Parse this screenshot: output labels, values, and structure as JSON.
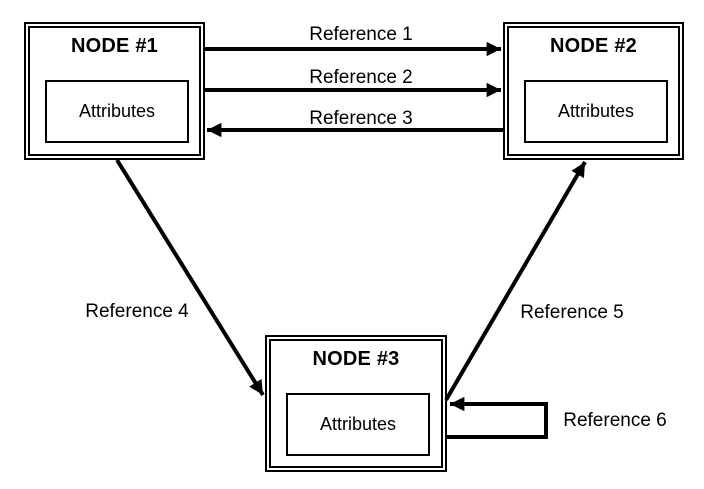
{
  "diagram": {
    "background_color": "#ffffff",
    "stroke_color": "#000000",
    "nodes": [
      {
        "id": "node-1",
        "title": "NODE #1",
        "attributes_label": "Attributes"
      },
      {
        "id": "node-2",
        "title": "NODE #2",
        "attributes_label": "Attributes"
      },
      {
        "id": "node-3",
        "title": "NODE #3",
        "attributes_label": "Attributes"
      }
    ],
    "edges": [
      {
        "label": "Reference 1",
        "from": "node-1",
        "to": "node-2",
        "arrow_direction": "right"
      },
      {
        "label": "Reference 2",
        "from": "node-1",
        "to": "node-2",
        "arrow_direction": "right"
      },
      {
        "label": "Reference 3",
        "from": "node-2",
        "to": "node-1",
        "arrow_direction": "left"
      },
      {
        "label": "Reference 4",
        "from": "node-1",
        "to": "node-3",
        "arrow_direction": "down-right"
      },
      {
        "label": "Reference 5",
        "from": "node-3",
        "to": "node-2",
        "arrow_direction": "up-right"
      },
      {
        "label": "Reference 6",
        "from": "node-3",
        "to": "node-3",
        "arrow_direction": "self-loop-left"
      }
    ]
  }
}
